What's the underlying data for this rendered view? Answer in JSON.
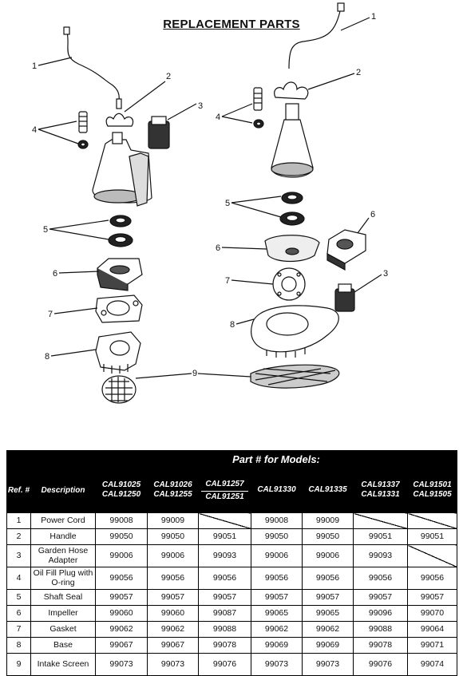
{
  "title": "REPLACEMENT PARTS",
  "callouts": {
    "n1": "1",
    "n2": "2",
    "n3": "3",
    "n4": "4",
    "n5": "5",
    "n6": "6",
    "n7": "7",
    "n8": "8",
    "n9": "9"
  },
  "table": {
    "group_header": "Part # for Models:",
    "ref_header": "Ref. #",
    "desc_header": "Description",
    "models": [
      [
        "CAL91025",
        "CAL91250"
      ],
      [
        "CAL91026",
        "CAL91255"
      ],
      [
        "CAL91257",
        "CAL91251"
      ],
      [
        "CAL91330",
        ""
      ],
      [
        "CAL91335",
        ""
      ],
      [
        "CAL91337",
        "CAL91331"
      ],
      [
        "CAL91501",
        "CAL91505"
      ]
    ],
    "rows": [
      {
        "ref": "1",
        "desc": "Power Cord",
        "vals": [
          "99008",
          "99009",
          "",
          "99008",
          "99009",
          "",
          ""
        ]
      },
      {
        "ref": "2",
        "desc": "Handle",
        "vals": [
          "99050",
          "99050",
          "99051",
          "99050",
          "99050",
          "99051",
          "99051"
        ]
      },
      {
        "ref": "3",
        "desc": "Garden Hose Adapter",
        "vals": [
          "99006",
          "99006",
          "99093",
          "99006",
          "99006",
          "99093",
          ""
        ]
      },
      {
        "ref": "4",
        "desc": "Oil Fill Plug with O-ring",
        "vals": [
          "99056",
          "99056",
          "99056",
          "99056",
          "99056",
          "99056",
          "99056"
        ]
      },
      {
        "ref": "5",
        "desc": "Shaft Seal",
        "vals": [
          "99057",
          "99057",
          "99057",
          "99057",
          "99057",
          "99057",
          "99057"
        ]
      },
      {
        "ref": "6",
        "desc": "Impeller",
        "vals": [
          "99060",
          "99060",
          "99087",
          "99065",
          "99065",
          "99096",
          "99070"
        ]
      },
      {
        "ref": "7",
        "desc": "Gasket",
        "vals": [
          "99062",
          "99062",
          "99088",
          "99062",
          "99062",
          "99088",
          "99064"
        ]
      },
      {
        "ref": "8",
        "desc": "Base",
        "vals": [
          "99067",
          "99067",
          "99078",
          "99069",
          "99069",
          "99078",
          "99071"
        ]
      },
      {
        "ref": "9",
        "desc": "Intake Screen",
        "vals": [
          "99073",
          "99073",
          "99076",
          "99073",
          "99073",
          "99076",
          "99074"
        ]
      }
    ]
  }
}
